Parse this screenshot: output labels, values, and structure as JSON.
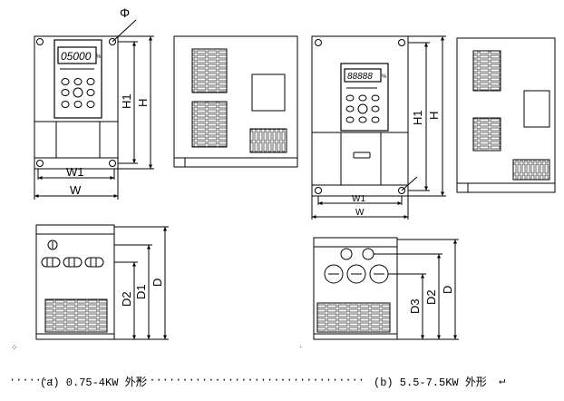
{
  "drawings": {
    "a": {
      "display_digits": "05000",
      "display_indicator": "%",
      "labels": {
        "phi": "Φ",
        "w1": "W1",
        "w": "W",
        "h1": "H1",
        "h": "H",
        "d": "D",
        "d1": "D1",
        "d2": "D2"
      }
    },
    "b": {
      "display_digits": "88888",
      "display_indicator": "%",
      "labels": {
        "w1": "W1",
        "w": "W",
        "h1": "H1",
        "h": "H",
        "d": "D",
        "d2": "D2",
        "d3": "D3"
      }
    }
  },
  "captions": {
    "a": "(a) 0.75-4KW 外形",
    "b": "(b) 5.5-7.5KW 外形"
  },
  "caption_leaders": {
    "a": "·······",
    "b": "···································",
    "b_end": "↵"
  }
}
